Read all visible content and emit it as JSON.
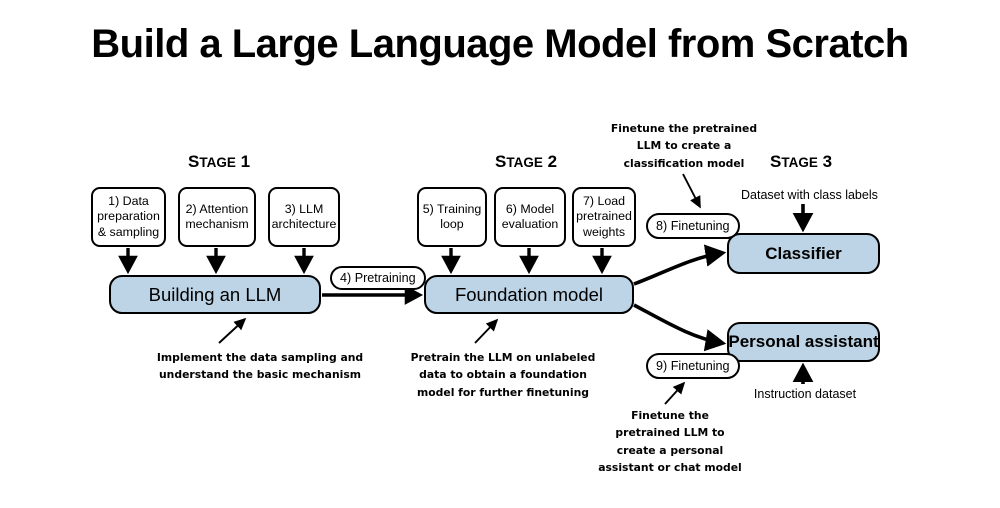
{
  "title": "Build a Large Language Model from Scratch",
  "stages": [
    {
      "id": "stage1",
      "prefix": "S",
      "rest": "TAGE",
      "number": " 1"
    },
    {
      "id": "stage2",
      "prefix": "S",
      "rest": "TAGE",
      "number": " 2"
    },
    {
      "id": "stage3",
      "prefix": "S",
      "rest": "TAGE",
      "number": " 3"
    }
  ],
  "stage_labels": {
    "stage1": "STAGE 1",
    "stage2": "STAGE 2",
    "stage3": "STAGE 3"
  },
  "steps": [
    {
      "id": "step1",
      "label": "1) Data\npreparation\n& sampling"
    },
    {
      "id": "step2",
      "label": "2) Attention\nmechanism"
    },
    {
      "id": "step3",
      "label": "3) LLM\narchitecture"
    },
    {
      "id": "step5",
      "label": "5) Training\nloop"
    },
    {
      "id": "step6",
      "label": "6) Model\nevaluation"
    },
    {
      "id": "step7",
      "label": "7) Load\npretrained\nweights"
    }
  ],
  "pills": [
    {
      "id": "pill4",
      "label": "4) Pretraining"
    },
    {
      "id": "pill8",
      "label": "8) Finetuning"
    },
    {
      "id": "pill9",
      "label": "9) Finetuning"
    }
  ],
  "outcomes": [
    {
      "id": "building-an-llm",
      "label": "Building an LLM"
    },
    {
      "id": "foundation-model",
      "label": "Foundation model"
    },
    {
      "id": "classifier",
      "label": "Classifier"
    },
    {
      "id": "personal-assistant",
      "label": "Personal assistant"
    }
  ],
  "notes": {
    "stage1_note": "Implement the data sampling and\nunderstand the basic mechanism",
    "stage2_note": "Pretrain the LLM on unlabeled\ndata to obtain a foundation\nmodel for further finetuning",
    "classifier_note": "Finetune the pretrained\nLLM to create a\nclassification model",
    "assistant_note": "Finetune the\npretrained LLM to\ncreate a personal\nassistant or chat model"
  },
  "captions": {
    "dataset_class_labels": "Dataset with class labels",
    "instruction_dataset": "Instruction dataset"
  },
  "colors": {
    "box_fill": "#bcd4e6",
    "stroke": "#000000",
    "background": "#ffffff"
  }
}
